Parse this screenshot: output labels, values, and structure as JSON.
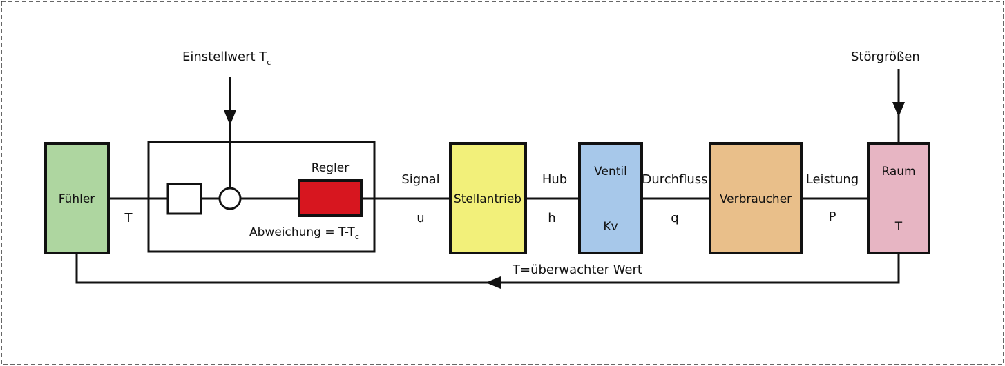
{
  "colors": {
    "fuehler": "#aed6a0",
    "regler": "#d7161f",
    "stellantrieb": "#f2f07a",
    "ventil": "#a7c8ea",
    "verbraucher": "#e9bf8a",
    "raum": "#e7b5c3",
    "line": "#111111"
  },
  "labels": {
    "einstellwert": "Einstellwert T",
    "einstellwert_sub": "c",
    "stoergroessen": "Störgrößen",
    "fuehler": "Fühler",
    "t_after_fuehler": "T",
    "regler": "Regler",
    "abweichung": "Abweichung = T-T",
    "abweichung_sub": "c",
    "signal": "Signal",
    "u": "u",
    "stellantrieb": "Stellantrieb",
    "hub": "Hub",
    "h": "h",
    "ventil": "Ventil",
    "kv": "Kv",
    "durchfluss": "Durchfluss",
    "q": "q",
    "verbraucher": "Verbraucher",
    "leistung": "Leistung",
    "p": "P",
    "raum": "Raum",
    "t_raum": "T",
    "feedback": "T=überwachter Wert"
  },
  "icons": {
    "summing_point": "circle-junction-icon",
    "comparator": "square-block-icon",
    "arrow": "arrowhead-icon"
  }
}
